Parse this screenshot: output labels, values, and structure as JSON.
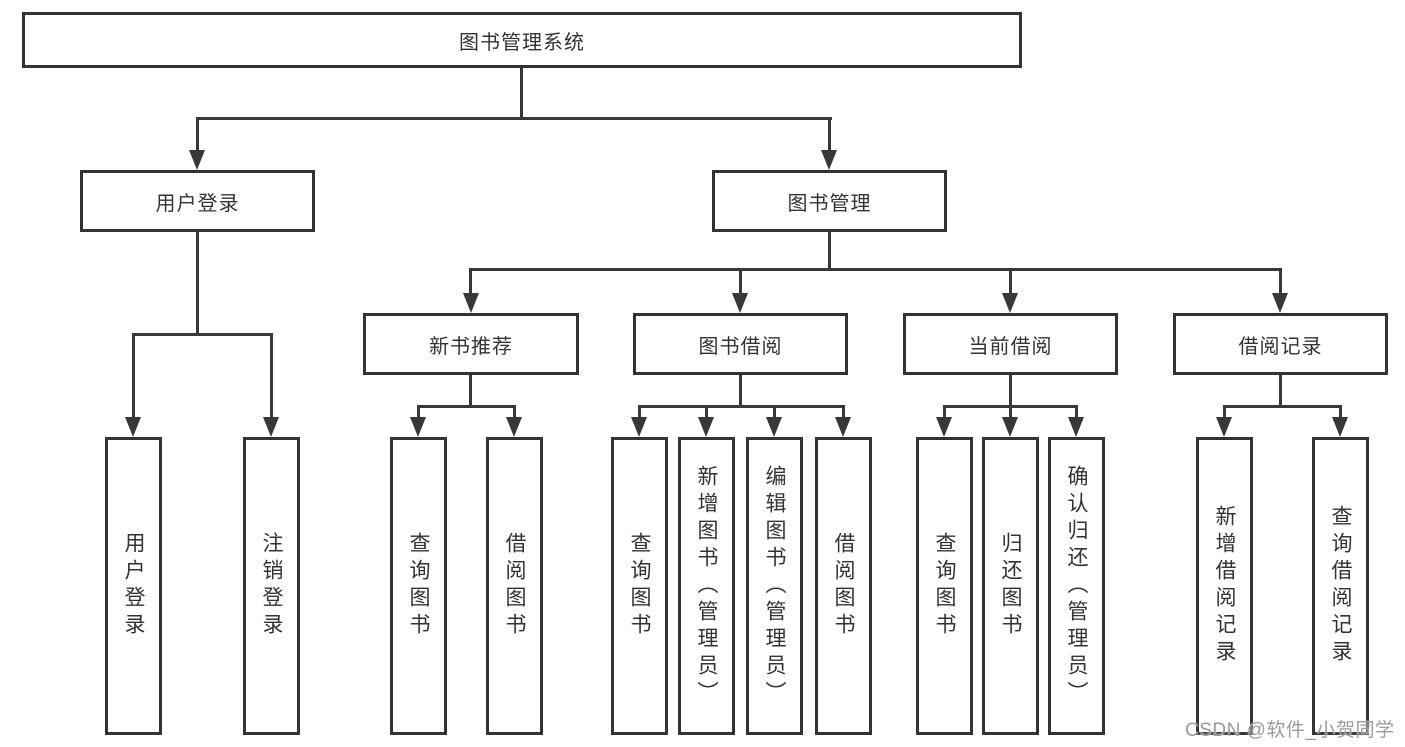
{
  "colors": {
    "line": "#383838",
    "box_border": "#333333",
    "text": "#333333",
    "watermark": "#9b9b9b",
    "background": "#ffffff"
  },
  "tree": {
    "label": "图书管理系统",
    "children": [
      {
        "label": "用户登录",
        "children": [
          {
            "label": "用户登录"
          },
          {
            "label": "注销登录"
          }
        ]
      },
      {
        "label": "图书管理",
        "children": [
          {
            "label": "新书推荐",
            "children": [
              {
                "label": "查询图书"
              },
              {
                "label": "借阅图书"
              }
            ]
          },
          {
            "label": "图书借阅",
            "children": [
              {
                "label": "查询图书"
              },
              {
                "label": "新增图书（管理员）"
              },
              {
                "label": "编辑图书（管理员）"
              },
              {
                "label": "借阅图书"
              }
            ]
          },
          {
            "label": "当前借阅",
            "children": [
              {
                "label": "查询图书"
              },
              {
                "label": "归还图书"
              },
              {
                "label": "确认归还（管理员）"
              }
            ]
          },
          {
            "label": "借阅记录",
            "children": [
              {
                "label": "新增借阅记录"
              },
              {
                "label": "查询借阅记录"
              }
            ]
          }
        ]
      }
    ]
  },
  "watermark": {
    "text": "CSDN @软件_小贺同学"
  }
}
